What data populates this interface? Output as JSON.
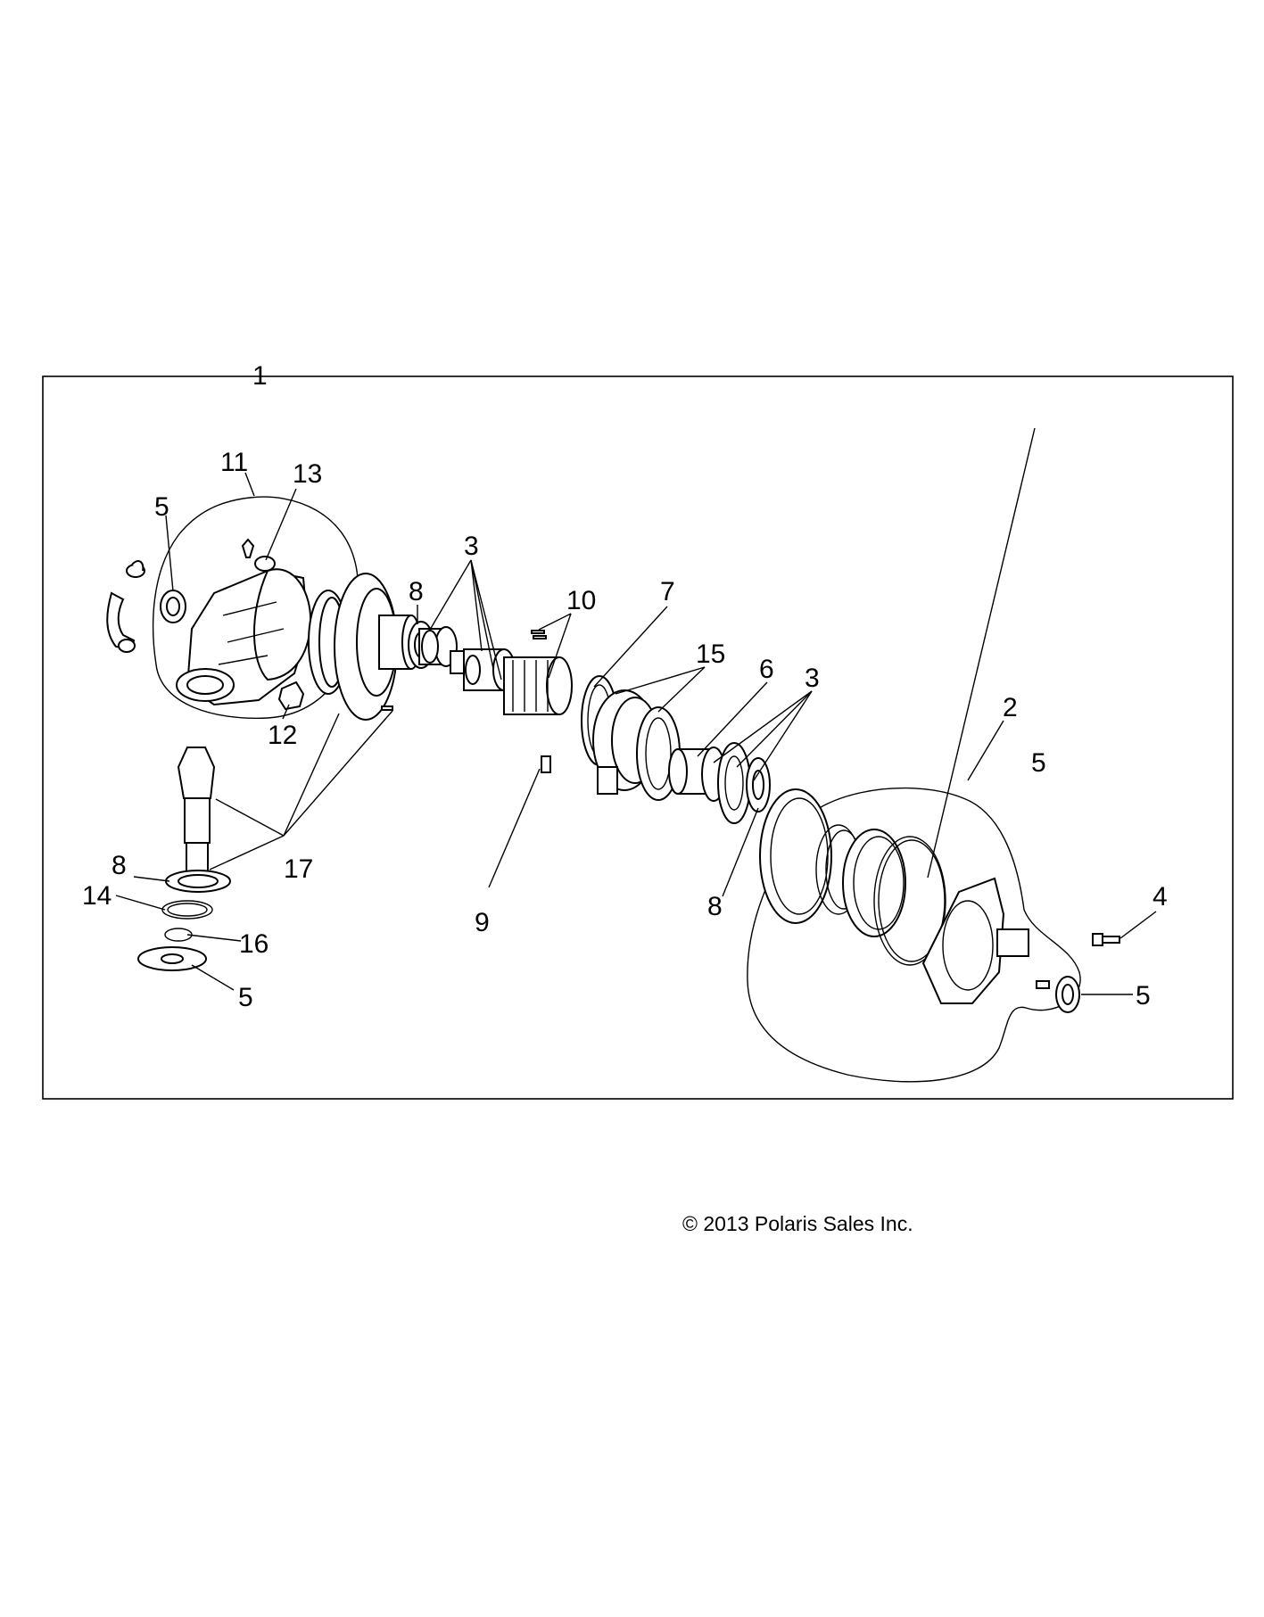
{
  "callouts": [
    {
      "label": "1"
    },
    {
      "label": "11"
    },
    {
      "label": "13"
    },
    {
      "label": "5"
    },
    {
      "label": "3"
    },
    {
      "label": "8"
    },
    {
      "label": "10"
    },
    {
      "label": "7"
    },
    {
      "label": "15"
    },
    {
      "label": "6"
    },
    {
      "label": "3"
    },
    {
      "label": "2"
    },
    {
      "label": "5"
    },
    {
      "label": "12"
    },
    {
      "label": "8"
    },
    {
      "label": "17"
    },
    {
      "label": "14"
    },
    {
      "label": "16"
    },
    {
      "label": "5"
    },
    {
      "label": "9"
    },
    {
      "label": "8"
    },
    {
      "label": "4"
    },
    {
      "label": "5"
    }
  ],
  "copyright": "© 2013 Polaris Sales Inc."
}
